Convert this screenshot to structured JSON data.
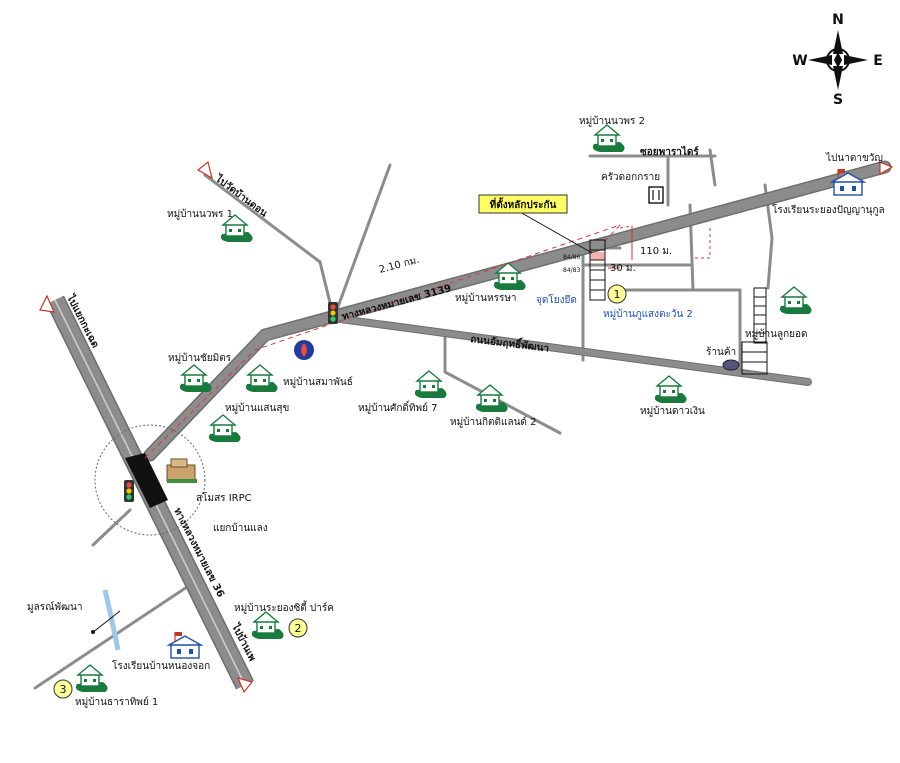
{
  "compass": {
    "n": "N",
    "s": "S",
    "e": "E",
    "w": "W"
  },
  "highlight": {
    "main_location": "ที่ตั้งหลักประกัน"
  },
  "roads": {
    "route_3139": "ทางหลวงหมายเลข 3139",
    "route_36": "ทางหลวงหมายเลข 36",
    "anamrit_road": "ถนนอัมฤทธิ์พัฒนา",
    "soi_phawathai": "ซอยพาราไดร์",
    "to_ban_don": "ไปวัดบ้านดอน",
    "to_na_ta_khwan": "ไปนาตาขวัญ",
    "to_kra_chao": "ไปแยกกะเฉด",
    "to_ban_phe": "ไปบ้านเพ",
    "intersection_ban_laeng": "แยกบ้านแลง",
    "to_sunphattana": "มูลรณ์พัฒนา"
  },
  "distances": {
    "d1": "2.10 กม.",
    "d2": "110 ม.",
    "d3": "30 ม."
  },
  "places": {
    "nawaphon2": "หมู่บ้านนวพร 2",
    "nawaphon1": "หมู่บ้านนวพร 1",
    "kruadokkrai": "ครัวดอกกราย",
    "rongrian_rayong": "โรงเรียนระยองปัญญานุกูล",
    "haru_sa": "หมู่บ้านหรรษา",
    "chayamit": "หมู่บ้านชัยมิตร",
    "samaphan": "หมู่บ้านสมาพันธ์",
    "saensuk": "หมู่บ้านแสนสุข",
    "sak_thip7": "หมู่บ้านศักดิ์ทิพย์ 7",
    "kitti_land2": "หมู่บ้านกิตติแลนด์ 2",
    "dao_ngoen": "หมู่บ้านดาวเงิน",
    "luk_yot": "หมู่บ้านลูกยอด",
    "phu_saeng": "หมู่บ้านภูแสงตะวัน 2",
    "ran_kha": "ร้านค้า",
    "jut_yot": "จุดโยงยึด",
    "samoson_irpc": "สโมสร IRPC",
    "rayong_city_park": "หมู่บ้านระยองซิตี้ ปาร์ค",
    "school_nong_jok": "โรงเรียนบ้านหนองจอก",
    "tharathip1": "หมู่บ้านธาราทิพย์ 1"
  },
  "plots": {
    "a": "84/86",
    "b": "84/83"
  },
  "markers": {
    "m1": "1",
    "m2": "2",
    "m3": "3"
  },
  "colors": {
    "road": "#8c8c8c",
    "road_edge": "#6e6e6e",
    "highlight_box": "#ffff66",
    "house": "#1a7a3e",
    "route_dash": "#d23c3c",
    "marker": "#ffff99"
  }
}
